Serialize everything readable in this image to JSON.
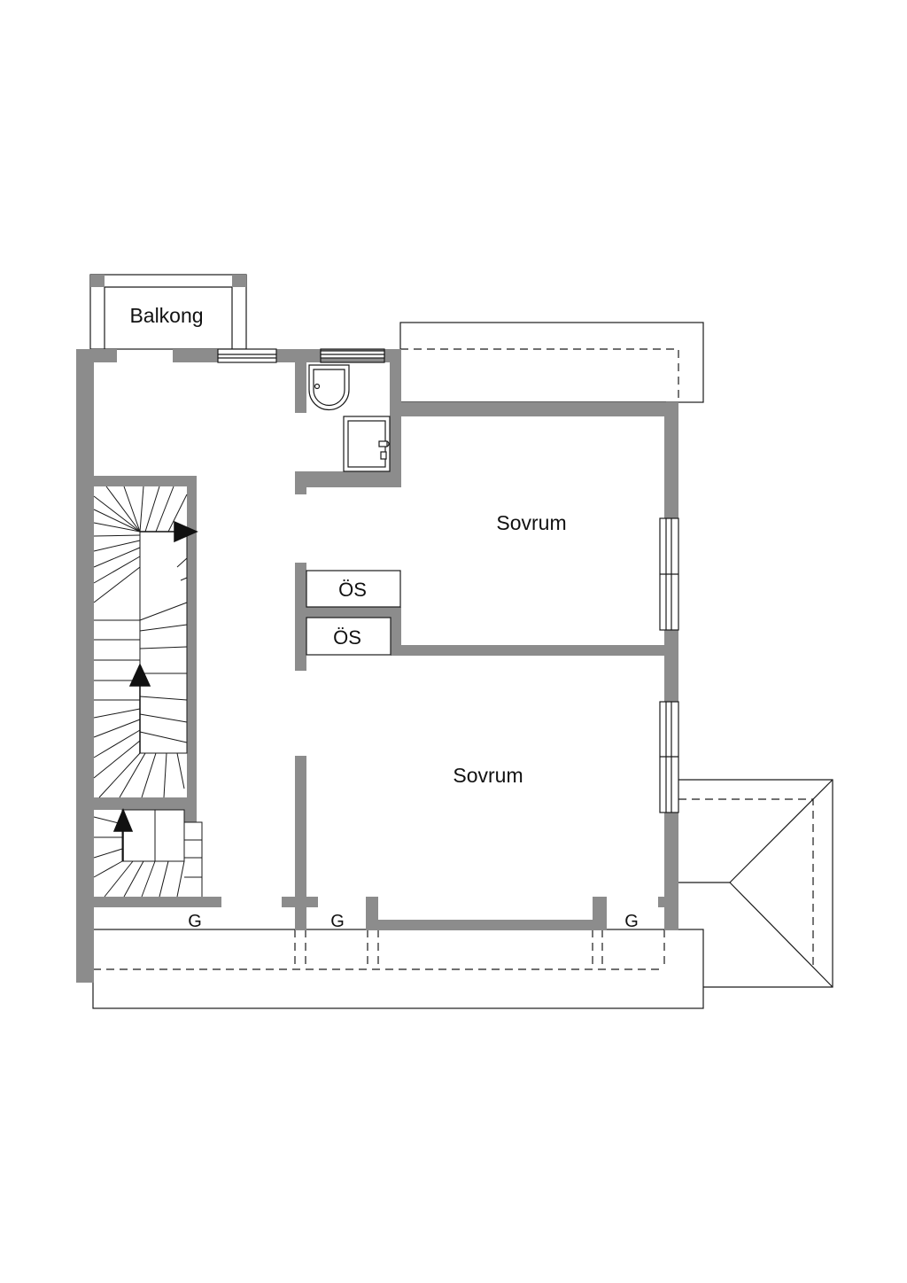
{
  "plan": {
    "balcony_label": "Balkong",
    "rooms": [
      {
        "label": "Sovrum"
      },
      {
        "label": "Sovrum"
      }
    ],
    "storage": [
      {
        "label": "ÖS"
      },
      {
        "label": "ÖS"
      }
    ],
    "gutter_marks": [
      "G",
      "G",
      "G"
    ]
  },
  "colors": {
    "wall": "#8c8c8c",
    "line": "#1a1a1a",
    "background": "#ffffff"
  }
}
